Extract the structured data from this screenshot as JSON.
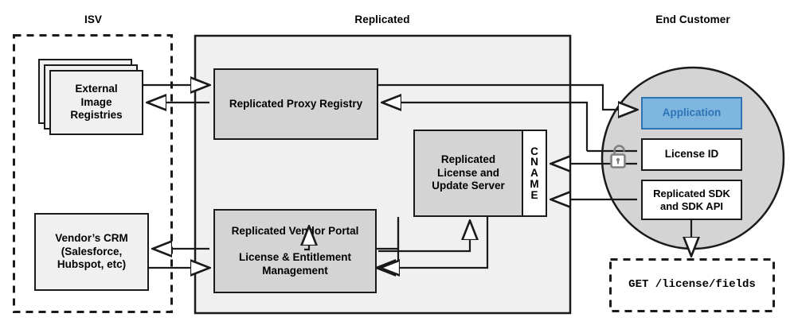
{
  "diagram": {
    "title_isv": "ISV",
    "title_replicated": "Replicated",
    "title_end_customer": "End Customer",
    "colors": {
      "region_fill": "#f0f0f0",
      "component_fill": "#d4d4d4",
      "circle_fill": "#d4d4d4",
      "application_fill": "#7eb6e0",
      "application_text": "#2e74b5",
      "stroke": "#1a1a1a",
      "lock_icon": "#808080"
    },
    "isv": {
      "external_registries": "External\nImage\nRegistries",
      "vendor_crm": "Vendor’s CRM\n(Salesforce,\nHubspot, etc)"
    },
    "replicated": {
      "proxy_registry": "Replicated Proxy Registry",
      "license_update_server": "Replicated\nLicense and\nUpdate Server",
      "cname_label": "CNAME",
      "vendor_portal_line1": "Replicated Vendor Portal",
      "vendor_portal_line2": "License & Entitlement",
      "vendor_portal_line3": "Management"
    },
    "end_customer": {
      "application": "Application",
      "license_id": "License ID",
      "sdk": "Replicated SDK\nand SDK API",
      "lock_icon": "unlocked-padlock-icon",
      "api_call": "GET /license/fields"
    }
  }
}
